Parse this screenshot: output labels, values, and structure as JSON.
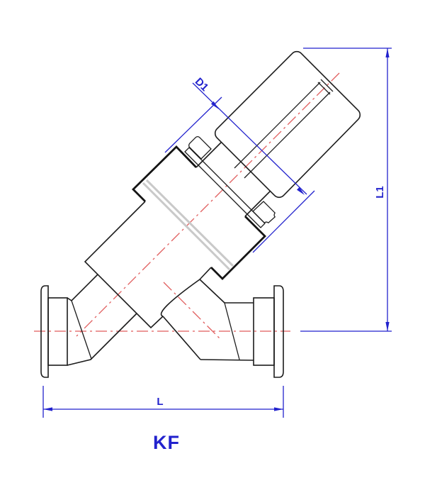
{
  "drawing": {
    "labels": {
      "dim_diameter": "D1",
      "dim_height": "L1",
      "dim_length": "L",
      "flange_series": "KF"
    },
    "colors": {
      "outline": "#1c1c1c",
      "centerline_red": "#e05c5c",
      "dimension_blue": "#2222cd",
      "gasket_gray": "#c9c9c9",
      "background": "#ffffff"
    }
  }
}
